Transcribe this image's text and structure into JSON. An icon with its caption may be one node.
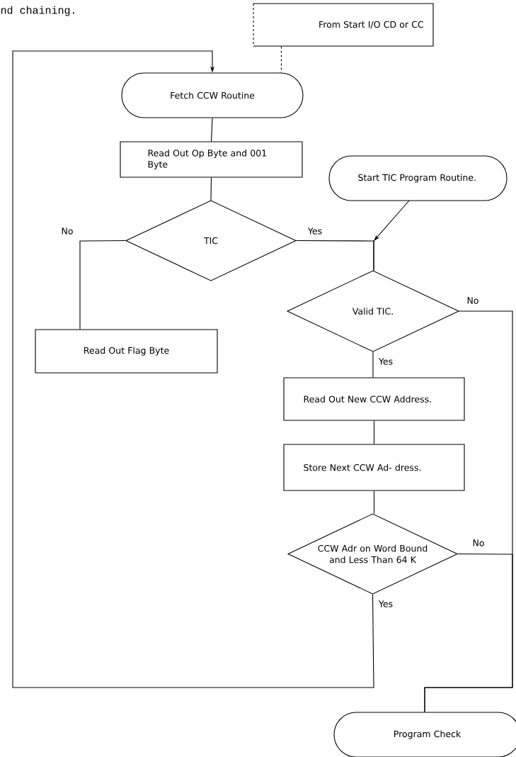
{
  "diagram": {
    "nodes": [
      {
        "text": [
          "From Start I/O CD or CC"
        ]
      },
      {
        "text": [
          "Fetch CCW Routine"
        ]
      },
      {
        "text": [
          "Read Out Op Byte and 001 Byte"
        ]
      },
      {
        "text": [
          "TIC"
        ]
      },
      {
        "text": [
          "Start TIC Program Routine."
        ]
      },
      {
        "text": [
          "Read Out Flag Byte"
        ]
      },
      {
        "text": [
          "Valid TIC."
        ]
      },
      {
        "text": [
          "Read Out New CCW Address."
        ]
      },
      {
        "text": [
          "Store Next CCW Ad- dress."
        ]
      },
      {
        "text": [
          "CCW Adr on Word Bound and Less Than 64 K"
        ]
      },
      {
        "text": [
          "Program Check"
        ]
      }
    ],
    "edges": [
      {
        "from": 0,
        "to": 1,
        "arrow": "none",
        "style": "dashed"
      },
      {
        "from": 1,
        "to": 2,
        "arrow": "none"
      },
      {
        "from": 2,
        "to": 3,
        "arrow": "none"
      },
      {
        "from": 3,
        "to": 5,
        "arrow": "none",
        "label": "No"
      },
      {
        "from": 3,
        "to": 6,
        "arrow": "none",
        "label": "Yes"
      },
      {
        "from": 4,
        "to": 6,
        "arrow": "to"
      },
      {
        "from": 6,
        "to": 7,
        "arrow": "none",
        "label": "Yes"
      },
      {
        "from": 7,
        "to": 8,
        "arrow": "none"
      },
      {
        "from": 8,
        "to": 9,
        "arrow": "none"
      },
      {
        "from": 9,
        "to": 1,
        "arrow": "to",
        "label": "Yes"
      },
      {
        "from": 6,
        "to": 10,
        "arrow": "none",
        "label": "No"
      },
      {
        "from": 9,
        "to": 10,
        "arrow": "none",
        "label": "No"
      }
    ],
    "labels": [
      "nd chaining."
    ]
  }
}
